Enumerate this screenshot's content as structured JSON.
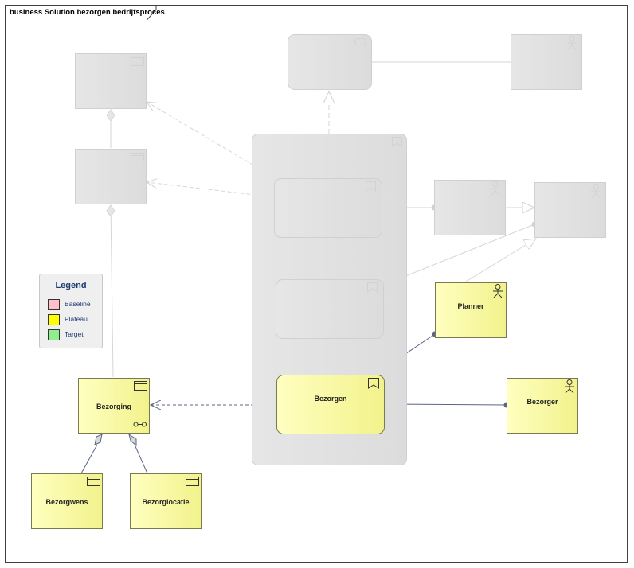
{
  "diagram": {
    "title": "business Solution bezorgen bedrijfsproces"
  },
  "elements": {
    "bezorging": {
      "label": "Bezorging",
      "kind": "business-object"
    },
    "bezorgwens": {
      "label": "Bezorgwens",
      "kind": "business-object"
    },
    "bezorglocatie": {
      "label": "Bezorglocatie",
      "kind": "business-object"
    },
    "bezorgen": {
      "label": "Bezorgen",
      "kind": "business-process"
    },
    "planner": {
      "label": "Planner",
      "kind": "business-actor"
    },
    "bezorger": {
      "label": "Bezorger",
      "kind": "business-actor"
    },
    "ghost_object_top": {
      "label": "",
      "kind": "business-object"
    },
    "ghost_object_mid": {
      "label": "",
      "kind": "business-object"
    },
    "ghost_service": {
      "label": "",
      "kind": "business-service"
    },
    "ghost_actor_top": {
      "label": "",
      "kind": "business-actor"
    },
    "ghost_group": {
      "label": "",
      "kind": "business-process"
    },
    "ghost_process_1": {
      "label": "",
      "kind": "business-process"
    },
    "ghost_process_2": {
      "label": "",
      "kind": "business-process"
    },
    "ghost_actor_mid": {
      "label": "",
      "kind": "business-actor"
    },
    "ghost_actor_right": {
      "label": "",
      "kind": "business-actor"
    }
  },
  "legend": {
    "title": "Legend",
    "items": [
      {
        "label": "Baseline",
        "color": "#ffc0cb"
      },
      {
        "label": "Plateau",
        "color": "#ffff00"
      },
      {
        "label": "Target",
        "color": "#90ee90"
      }
    ]
  },
  "colors": {
    "object_fill": "#f6f69e",
    "ghost_fill": "#e0e0e0",
    "active_line": "#5b6585",
    "ghost_line": "#d6d6d6"
  }
}
